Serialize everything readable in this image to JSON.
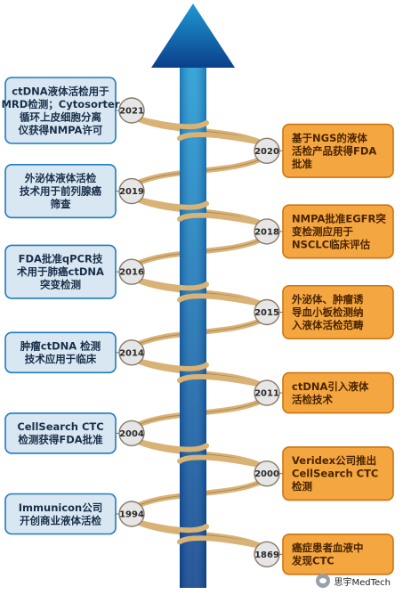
{
  "colors": {
    "left_box_fill": "#d8e7f2",
    "left_box_stroke": "#1f7bbf",
    "left_text": "#1a2f4a",
    "right_box_fill": "#f4a640",
    "right_box_stroke": "#d07410",
    "right_text": "#4a2400",
    "arrow_top": "#1e9ad4",
    "arrow_bottom": "#0b3f8a",
    "year_circle": "#e6e6e6",
    "ribbon": "#d9b276"
  },
  "events": [
    {
      "year": "2021",
      "side": "left",
      "lines": [
        "ctDNA液体活检用于",
        "MRD检测；Cytosorter",
        "循环上皮细胞分离",
        "仪获得NMPA许可"
      ]
    },
    {
      "year": "2020",
      "side": "right",
      "lines": [
        "基于NGS的液体",
        "活检产品获得FDA",
        "批准"
      ]
    },
    {
      "year": "2019",
      "side": "left",
      "lines": [
        "外泌体液体活检",
        "技术用于前列腺癌",
        "筛查"
      ]
    },
    {
      "year": "2018",
      "side": "right",
      "lines": [
        "NMPA批准EGFR突",
        "变检测应用于",
        "NSCLC临床评估"
      ]
    },
    {
      "year": "2016",
      "side": "left",
      "lines": [
        "FDA批准qPCR技",
        "术用于肺癌ctDNA",
        "突变检测"
      ]
    },
    {
      "year": "2015",
      "side": "right",
      "lines": [
        "外泌体、肿瘤诱",
        "导血小板检测纳",
        "入液体活检范畴"
      ]
    },
    {
      "year": "2014",
      "side": "left",
      "lines": [
        "肿瘤ctDNA 检测",
        "技术应用于临床"
      ]
    },
    {
      "year": "2011",
      "side": "right",
      "lines": [
        "ctDNA引入液体",
        "活检技术"
      ]
    },
    {
      "year": "2004",
      "side": "left",
      "lines": [
        "CellSearch CTC",
        "检测获得FDA批准"
      ]
    },
    {
      "year": "2000",
      "side": "right",
      "lines": [
        "Veridex公司推出",
        "CellSearch CTC",
        "检测"
      ]
    },
    {
      "year": "1994",
      "side": "left",
      "lines": [
        "Immunicon公司",
        "开创商业液体活检"
      ]
    },
    {
      "year": "1869",
      "side": "right",
      "lines": [
        "癌症患者血液中",
        "发现CTC"
      ]
    }
  ],
  "watermark": {
    "text": "思宇MedTech"
  }
}
